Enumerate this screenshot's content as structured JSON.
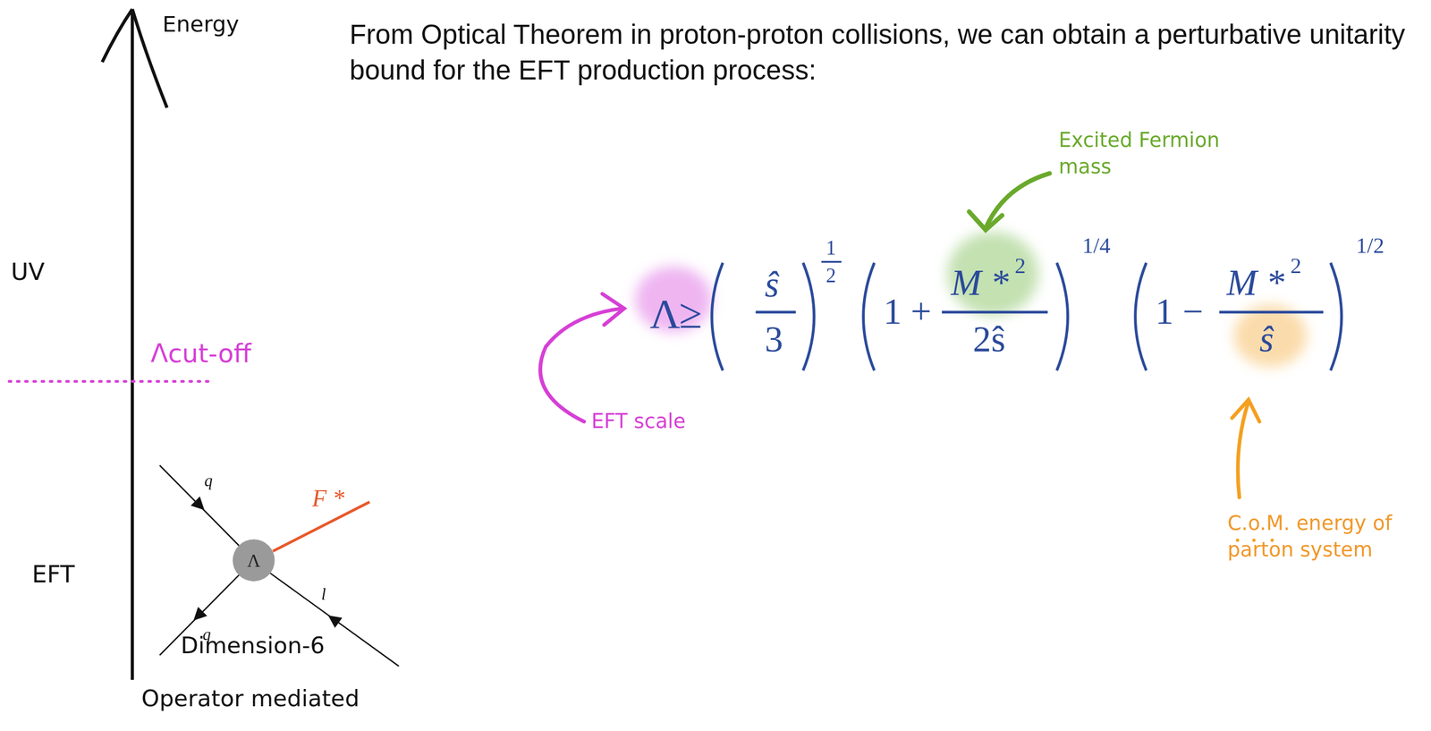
{
  "diagram": {
    "nodes": [
      {
        "text": [
          "Λ"
        ]
      }
    ],
    "labels": [
      "Energy",
      "From Optical Theorem in proton-proton collisions, we can obtain a perturbative unitarity bound for the EFT production process:",
      "UV",
      "Λcut-off",
      "Excited Fermion mass",
      "Λ",
      "≥",
      "ŝ",
      "3",
      "1",
      "2",
      "1 +",
      "M *",
      "2",
      "2ŝ",
      "1/4",
      "1 −",
      "M *",
      "2",
      "ŝ",
      "1/2",
      "EFT scale",
      "EFT",
      "q",
      "F *",
      "q",
      "l",
      "Dimension-6",
      "Operator mediated",
      "C.o.M. energy of parton system"
    ]
  }
}
